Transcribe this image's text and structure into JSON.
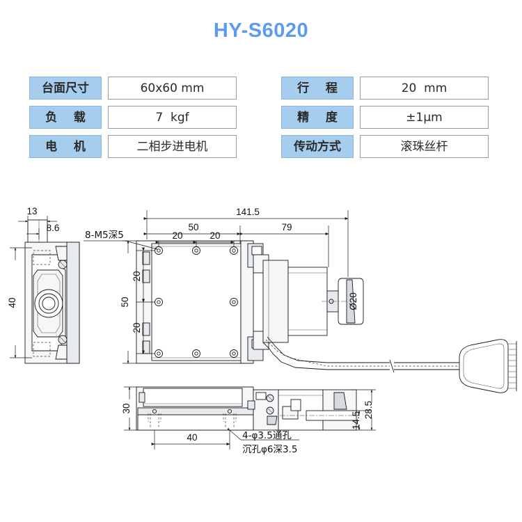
{
  "title": "HY-S6020",
  "title_color": "#5b9bf0",
  "spec_tables": {
    "left": [
      {
        "label": "台面尺寸",
        "value": "60x60 mm"
      },
      {
        "label": "负    载",
        "value": "7  kgf"
      },
      {
        "label": "电    机",
        "value": "二相步进电机"
      }
    ],
    "right": [
      {
        "label": "行    程",
        "value": "20  mm"
      },
      {
        "label": "精    度",
        "value": "±1μm"
      },
      {
        "label": "传动方式",
        "value": "滚珠丝杆"
      }
    ]
  },
  "drawing": {
    "side_view": {
      "dims": {
        "width_top": "13",
        "width_offset": "8.6",
        "height": "40"
      }
    },
    "top_view": {
      "dims": {
        "overall_length": "141.5",
        "plate_length": "50",
        "motor_length": "79",
        "hole_pitch_x1": "20",
        "hole_pitch_x2": "20",
        "plate_width": "50",
        "hole_pitch_y1": "20",
        "hole_pitch_y2": "20",
        "shaft_dia": "Ø20"
      },
      "annotations": {
        "tapped_holes": "8-M5深5"
      }
    },
    "front_view": {
      "dims": {
        "height": "30",
        "hole_pitch": "40",
        "cable_height": "14.5",
        "body_height": "28.5"
      },
      "annotations": {
        "thru_holes": "4-φ3.5通孔",
        "counterbore": "沉孔φ6深3.5"
      }
    }
  }
}
